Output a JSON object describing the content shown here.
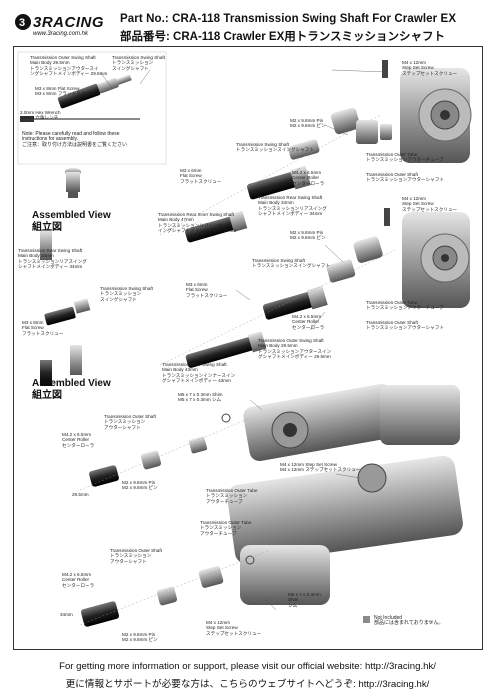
{
  "header": {
    "brand": "3RACING",
    "website_small": "www.3racing.com.hk",
    "title_en": "Part No.: CRA-118  Transmission Swing Shaft For Crawler EX",
    "title_jp": "部品番号: CRA-118   Crawler EX用トランスミッションシャフト"
  },
  "labels": {
    "outer_swing": "Transmission Outer Swing Shaft\nMain Body 29.5mm\nトランスミッションアウタースイ\nングシャフトメインボディー 29.5mm",
    "swing_shaft_top": "Transmission Swing Shaft\nトランスミッション\nスイングシャフト",
    "m3_flat_top": "M3 x 8mm Flat Screw\nM3 x 8mm フラットスクリュー",
    "hex_wrench": "2.0mm Hex Wrench\n2.0mm 六角レンチ",
    "note": "Note: Please carefully read and follow these\ninstructions for assembly.\nご注意：取り付け方法は説明書をご覧ください",
    "m4_step_top": "M4 x 12mm\nStep Set Screw\nステップセットスクリュー",
    "m2_pin_top": "M2 x 9.8mm Pin\nM2 x 9.8mm ピン",
    "swing_shaft_mid": "Transmission Swing Shaft\nトランスミッションスイングシャフト",
    "m3_6_flat": "M3 x 6mm\nFlat Screw\nフラットスクリュー",
    "m42_roller_top": "M4.2 x 6.5mm\nCenter Roller\nセンターローラ",
    "outer_tube_top": "Transmission Outer Tube\nトランスミッションアウターチューブ",
    "outer_shaft_top": "Transmission Outer Shaft\nトランスミッションアウターシャフト",
    "rear_swing_top": "Transmission Rear Swing Shaft\nMain Body 34mm\nトランスミッションリアスイング\nシャフトメインボディー 34mm",
    "rear_inner_top": "Transmission Rear Inner Swing Shaft\nMain Body 47mm\nトランスミッションリアインナース\nイングシャフトメインボディー 47mm",
    "assembled_1": "Assembled View\n組立図",
    "rear_swing_left": "Transmission Rear Swing Shaft\nMain Body 34mm\nトランスミッションリアスイング\nシャフトメインボディー 34mm",
    "swing_shaft_left": "Transmission Swing Shaft\nトランスミッション\nスイングシャフト",
    "m3_8_flat_left": "M3 x 8mm\nFlat Screw\nフラットスクリュー",
    "m4_step_mid": "M4 x 12mm\nStep Set Screw\nステップセットスクリュー",
    "m2_pin_mid": "M2 x 9.8mm Pin\nM2 x 9.8mm ピン",
    "swing_shaft_mid2": "Transmission Swing Shaft\nトランスミッションスイングシャフト",
    "m3_6_flat_mid": "M3 x 6mm\nFlat Screw\nフラットスクリュー",
    "m42_roller_mid": "M4.2 x 6.5mm\nCenter Roller\nセンターローラ",
    "outer_tube_mid": "Transmission Outer Tube\nトランスミッションアウターチューブ",
    "outer_shaft_mid": "Transmission Outer Shaft\nトランスミッションアウターシャフト",
    "outer_swing_mid": "Transmission Outer Swing Shaft\nMain Body 29.5mm\nトランスミッションアウタースイン\nグシャフトメインボディー 29.5mm",
    "inner_swing_mid": "Transmission Inner Swing Shaft\nMain Body 43mm\nトランスミッションインナースイン\nグシャフトメインボディー 43mm",
    "assembled_2": "Assembled View\n組立図",
    "shim_top": "M5 x 7 x 0.3mm Shim\nM5 x 7 x 0.3mm シム",
    "outer_shaft_low": "Transmission Outer Shaft\nトランスミッション\nアウターシャフト",
    "m42_roller_low": "M4.2 x 6.5mm\nCenter Roller\nセンターローラ",
    "len_295": "29.5mm",
    "m2_pin_low": "M2 x 9.8mm Pin\nM2 x 9.8mm ピン",
    "outer_tube_low": "Transmission Outer Tube\nトランスミッション\nアウターチューブ",
    "m4_step_low": "M4 x 12mm Step Set Screw\nM4 x 12mm ステップセットスクリュー",
    "outer_tube_low2": "Transmission Outer Tube\nトランスミッション\nアウターチューブ",
    "outer_shaft_low2": "Transmission Outer Shaft\nトランスミッション\nアウターシャフト",
    "m42_roller_low2": "M4.2 x 6.5mm\nCenter Roller\nセンターローラ",
    "shim_low": "M5 x 7 x 0.3mm\nShim\nシム",
    "len_34": "34mm",
    "m4_step_low2": "M4 x 12mm\nStep Set Screw\nステップセットスクリュー",
    "m2_pin_low2": "M2 x 9.8mm Pin\nM2 x 9.8mm ピン",
    "not_included": "Not Included\n部品には含まれておりません。"
  },
  "footer": {
    "en": "For getting more information or support, please visit our official website: http://3racing.hk/",
    "jp": "更に情報とサポートが必要な方は、こちらのウェブサイトへどうぞ: http://3racing.hk/"
  },
  "colors": {
    "part_dark": "#2b2b2b",
    "part_mid": "#9a9a9a",
    "part_light": "#d9d9d9",
    "not_included": "#8a8a8a"
  }
}
